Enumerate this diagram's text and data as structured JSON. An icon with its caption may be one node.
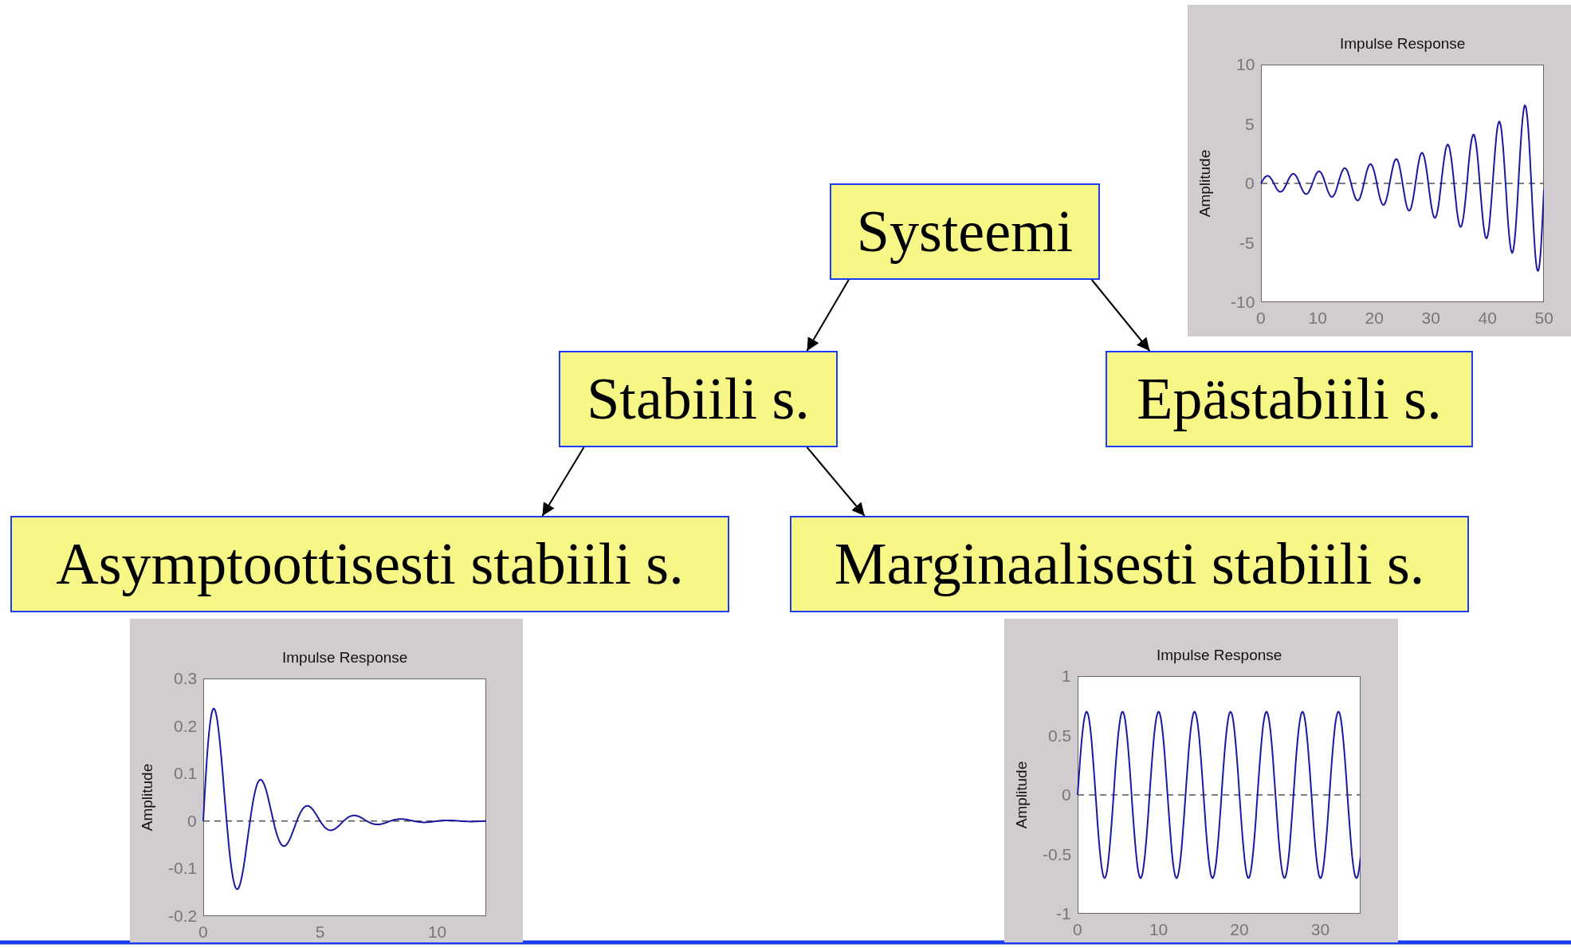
{
  "diagram": {
    "nodes": [
      {
        "text": [
          "Systeemi"
        ]
      },
      {
        "text": [
          "Stabiili s."
        ]
      },
      {
        "text": [
          "Epästabiili s."
        ]
      },
      {
        "text": [
          "Asymptoottisesti stabiili s."
        ]
      },
      {
        "text": [
          "Marginaalisesti stabiili s."
        ]
      }
    ],
    "edges": [
      {
        "from": 0,
        "to": 1,
        "arrow": "to"
      },
      {
        "from": 0,
        "to": 2,
        "arrow": "to"
      },
      {
        "from": 1,
        "to": 3,
        "arrow": "to"
      },
      {
        "from": 1,
        "to": 4,
        "arrow": "to"
      }
    ],
    "labels": [
      "Impulse Response",
      "Amplitude",
      "10",
      "5",
      "0",
      "-5",
      "-10",
      "0",
      "10",
      "20",
      "30",
      "40",
      "50",
      "Impulse Response",
      "Amplitude",
      "0.3",
      "0.2",
      "0.1",
      "0",
      "-0.1",
      "-0.2",
      "0",
      "5",
      "10",
      "Impulse Response",
      "Amplitude",
      "1",
      "0.5",
      "0",
      "-0.5",
      "-1",
      "0",
      "10",
      "20",
      "30"
    ]
  }
}
